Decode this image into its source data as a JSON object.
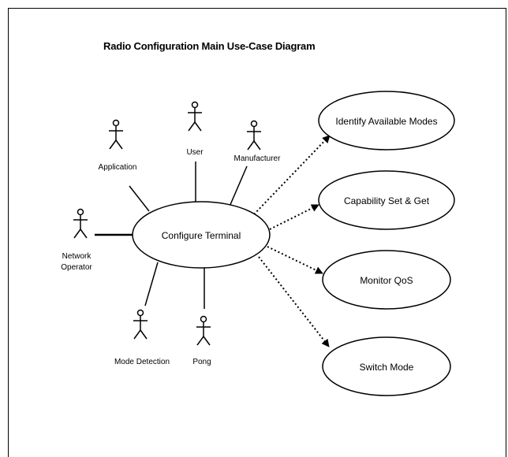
{
  "title": "Radio Configuration Main Use-Case Diagram",
  "central_use_case": "Configure Terminal",
  "use_cases": [
    "Identify Available Modes",
    "Capability Set & Get",
    "Monitor QoS",
    "Switch  Mode"
  ],
  "actors": {
    "application": "Application",
    "user": "User",
    "manufacturer": "Manufacturer",
    "network_operator_line1": "Network",
    "network_operator_line2": "Operator",
    "mode_detection": "Mode Detection",
    "pong": "Pong"
  }
}
